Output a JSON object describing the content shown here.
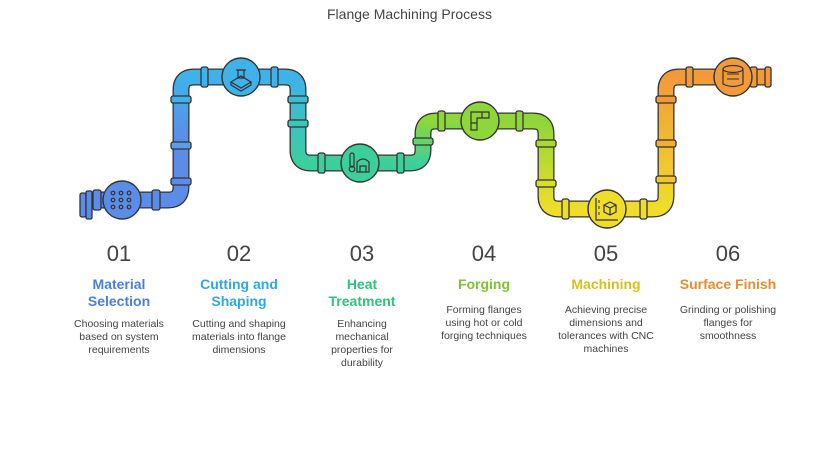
{
  "title": "Flange Machining Process",
  "steps": [
    {
      "number": "01",
      "heading": "Material Selection",
      "heading_lines": [
        "Material",
        "Selection"
      ],
      "description_lines": [
        "Choosing materials",
        "based on system",
        "requirements"
      ],
      "color": "#4a7fe0",
      "icon": "keypad-icon"
    },
    {
      "number": "02",
      "heading": "Cutting and Shaping",
      "heading_lines": [
        "Cutting and",
        "Shaping"
      ],
      "description_lines": [
        "Cutting and shaping",
        "materials into flange",
        "dimensions"
      ],
      "color": "#2ea8e0",
      "icon": "cutting-icon"
    },
    {
      "number": "03",
      "heading": "Heat Treatment",
      "heading_lines": [
        "Heat",
        "Treatment"
      ],
      "description_lines": [
        "Enhancing",
        "mechanical",
        "properties for",
        "durability"
      ],
      "color": "#2ec27e",
      "icon": "thermometer-furnace-icon"
    },
    {
      "number": "04",
      "heading": "Forging",
      "heading_lines": [
        "Forging"
      ],
      "description_lines": [
        "Forming flanges",
        "using hot or cold",
        "forging techniques"
      ],
      "color": "#7cc532",
      "icon": "pipe-elbow-icon"
    },
    {
      "number": "05",
      "heading": "Machining",
      "heading_lines": [
        "Machining"
      ],
      "description_lines": [
        "Achieving precise",
        "dimensions and",
        "tolerances with CNC",
        "machines"
      ],
      "color": "#d4c21a",
      "icon": "measure-cube-icon"
    },
    {
      "number": "06",
      "heading": "Surface Finish",
      "heading_lines": [
        "Surface Finish"
      ],
      "description_lines": [
        "Grinding or polishing",
        "flanges for",
        "smoothness"
      ],
      "color": "#ee8a2c",
      "icon": "polishing-drum-icon"
    }
  ],
  "colors": {
    "blue": "#5b8de8",
    "lightblue": "#3fb2ea",
    "teal": "#3ccf9c",
    "green": "#8fd63a",
    "yellow": "#f0dd2a",
    "orange": "#f29a3a",
    "outline": "#333333"
  }
}
